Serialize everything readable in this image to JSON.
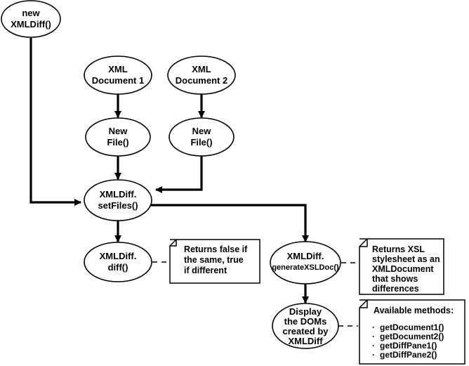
{
  "nodes": {
    "new_xmldiff": [
      "new",
      "XMLDiff()"
    ],
    "xml_doc_1": [
      "XML",
      "Document 1"
    ],
    "xml_doc_2": [
      "XML",
      "Document 2"
    ],
    "new_file_1": [
      "New",
      "File()"
    ],
    "new_file_2": [
      "New",
      "File()"
    ],
    "set_files": [
      "XMLDiff.",
      "setFiles()"
    ],
    "diff": [
      "XMLDiff.",
      "diff()"
    ],
    "generate_xsl": [
      "XMLDiff.",
      "generateXSLDoc()"
    ],
    "display_doms": [
      "Display",
      "the DOMs",
      "created by",
      "XMLDiff"
    ]
  },
  "notes": {
    "diff_note": [
      "Returns false if",
      "the same, true",
      "if different"
    ],
    "xsl_note": [
      "Returns XSL",
      "stylesheet as an",
      "XMLDocument",
      "that shows",
      "differences"
    ],
    "methods_note": {
      "title": "Available methods:",
      "bullet": "·",
      "items": [
        "getDocument1()",
        "getDocument2()",
        "getDiffPane1()",
        "getDiffPane2()"
      ]
    }
  }
}
